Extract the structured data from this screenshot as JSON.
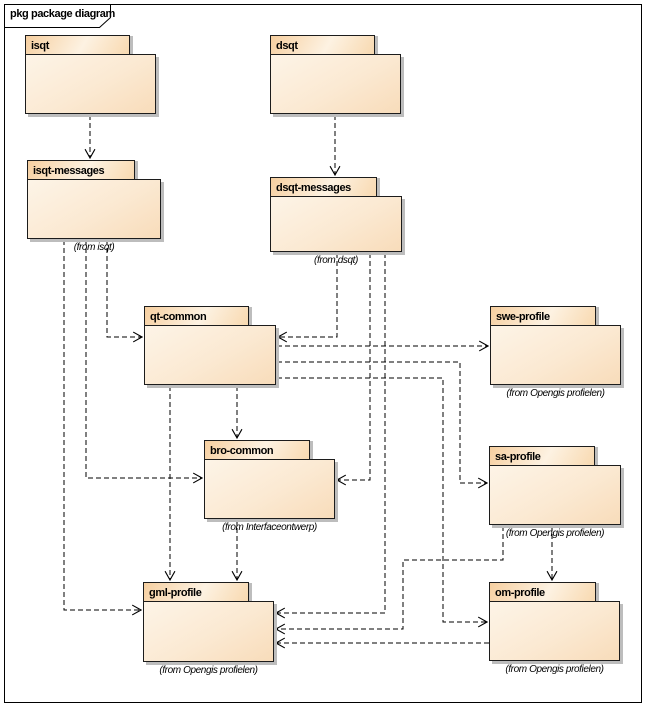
{
  "frame": {
    "label": "pkg package diagram"
  },
  "packages": [
    {
      "id": "isqt",
      "name": "isqt",
      "from": ""
    },
    {
      "id": "dsqt",
      "name": "dsqt",
      "from": ""
    },
    {
      "id": "isqt-messages",
      "name": "isqt-messages",
      "from": "(from isqt)"
    },
    {
      "id": "dsqt-messages",
      "name": "dsqt-messages",
      "from": "(from dsqt)"
    },
    {
      "id": "qt-common",
      "name": "qt-common",
      "from": ""
    },
    {
      "id": "swe-profile",
      "name": "swe-profile",
      "from": "(from Opengis profielen)"
    },
    {
      "id": "bro-common",
      "name": "bro-common",
      "from": "(from Interfaceontwerp)"
    },
    {
      "id": "sa-profile",
      "name": "sa-profile",
      "from": "(from Opengis profielen)"
    },
    {
      "id": "gml-profile",
      "name": "gml-profile",
      "from": "(from Opengis profielen)"
    },
    {
      "id": "om-profile",
      "name": "om-profile",
      "from": "(from Opengis profielen)"
    }
  ],
  "dependencies": [
    {
      "from": "isqt",
      "to": "isqt-messages"
    },
    {
      "from": "dsqt",
      "to": "dsqt-messages"
    },
    {
      "from": "isqt-messages",
      "to": "qt-common"
    },
    {
      "from": "isqt-messages",
      "to": "bro-common"
    },
    {
      "from": "isqt-messages",
      "to": "gml-profile"
    },
    {
      "from": "dsqt-messages",
      "to": "qt-common"
    },
    {
      "from": "dsqt-messages",
      "to": "bro-common"
    },
    {
      "from": "dsqt-messages",
      "to": "gml-profile"
    },
    {
      "from": "qt-common",
      "to": "swe-profile"
    },
    {
      "from": "qt-common",
      "to": "sa-profile"
    },
    {
      "from": "qt-common",
      "to": "om-profile"
    },
    {
      "from": "qt-common",
      "to": "bro-common"
    },
    {
      "from": "qt-common",
      "to": "gml-profile"
    },
    {
      "from": "bro-common",
      "to": "gml-profile"
    },
    {
      "from": "sa-profile",
      "to": "om-profile"
    },
    {
      "from": "sa-profile",
      "to": "gml-profile"
    },
    {
      "from": "om-profile",
      "to": "gml-profile"
    }
  ],
  "colors": {
    "package_tab_dark": "#f6cfa0",
    "package_fill_light": "#fdf4e7",
    "package_fill_dark": "#f8dcba",
    "border": "#1c1c1c",
    "shadow": "#bdbdbd",
    "line": "#000000",
    "background": "#ffffff"
  }
}
